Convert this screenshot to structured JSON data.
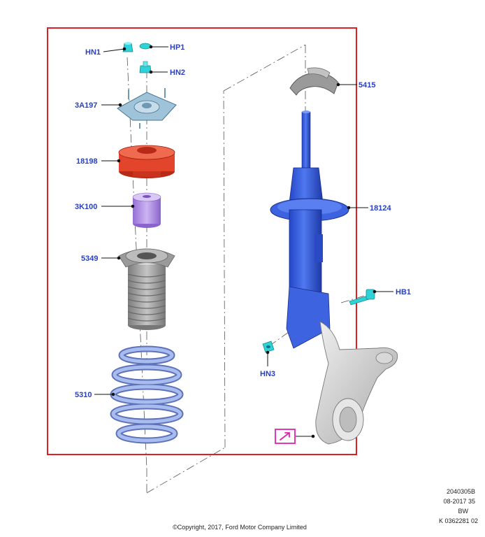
{
  "diagram": {
    "part_labels": {
      "hn1": "HN1",
      "hp1": "HP1",
      "hn2": "HN2",
      "p3a197": "3A197",
      "p18198": "18198",
      "p3k100": "3K100",
      "p5349": "5349",
      "p5310": "5310",
      "p5415": "5415",
      "p18124": "18124",
      "hb1": "HB1",
      "hn3": "HN3"
    },
    "colors": {
      "frame": "#dd1f26",
      "label": "#2a3fc0",
      "strut": "#3d63e0",
      "top_mount": "#9fc3d9",
      "bearing": "#e2442c",
      "bump_stop": "#b896e6",
      "dust_boot": "#a9a9a9",
      "spring": "#98aee2",
      "fasteners": "#2fd2d6",
      "knuckle": "#d4d4d4",
      "marker": "#e020b0"
    },
    "marker_icon": "arrow-tool-icon"
  },
  "footer": {
    "ref_1": "2040305B",
    "ref_2": "08-2017 35",
    "ref_3": "BW",
    "ref_4": "K 0362281 02",
    "copyright": "©Copyright, 2017, Ford Motor Company Limited"
  }
}
